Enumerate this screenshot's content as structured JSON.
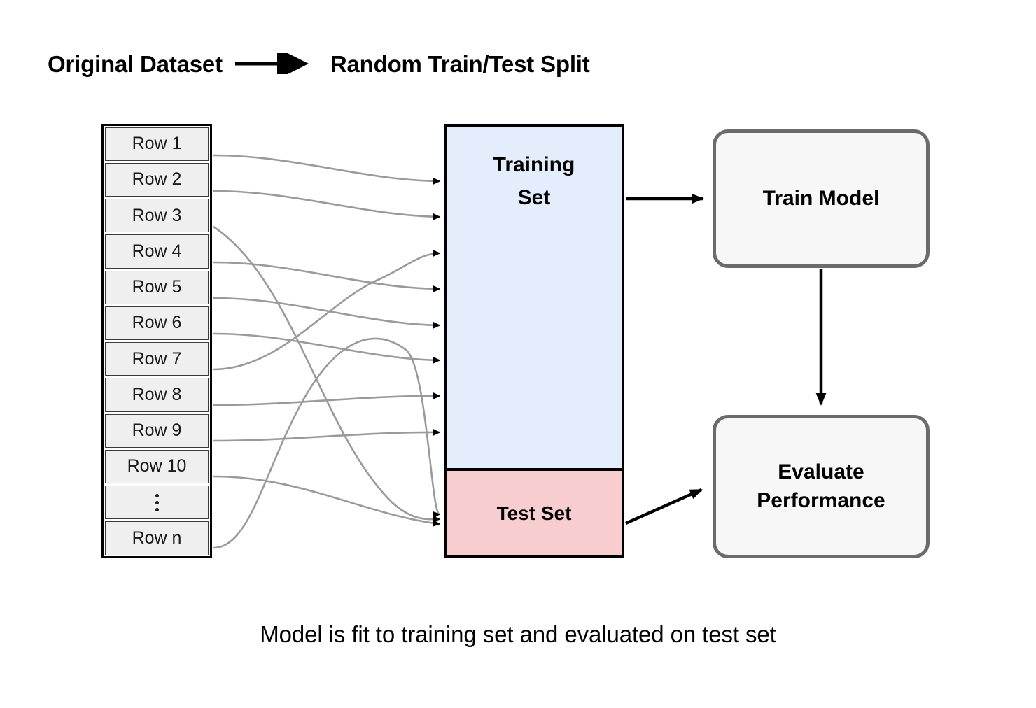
{
  "title": {
    "left_text": "Original Dataset",
    "right_text": "Random Train/Test Split",
    "arrow_icon": "right-arrow-icon"
  },
  "dataset_table": {
    "name": "Original Dataset",
    "rows": [
      {
        "label": "Row 1"
      },
      {
        "label": "Row 2"
      },
      {
        "label": "Row 3"
      },
      {
        "label": "Row 4"
      },
      {
        "label": "Row 5"
      },
      {
        "label": "Row 6"
      },
      {
        "label": "Row 7"
      },
      {
        "label": "Row 8"
      },
      {
        "label": "Row 9"
      },
      {
        "label": "Row 10"
      },
      {
        "label": "⋮"
      },
      {
        "label": "Row n"
      }
    ]
  },
  "split_box": {
    "training": {
      "line1": "Training",
      "line2": "Set",
      "fill_color": "#e3edfb"
    },
    "test": {
      "label": "Test Set",
      "fill_color": "#f7cdd0"
    }
  },
  "process_boxes": [
    {
      "id": "train-model",
      "label": "Train Model"
    },
    {
      "id": "evaluate",
      "line1": "Evaluate",
      "line2": "Performance"
    }
  ],
  "caption": "Model is fit to training set and evaluated on test set",
  "colors": {
    "row_fill": "#efefef",
    "row_border": "#3a3a3a",
    "table_border": "#000000",
    "training_fill": "#e3edfb",
    "test_fill": "#f7cdd0",
    "process_fill": "#f7f7f7",
    "process_border": "#6b6b6b",
    "connector_stroke": "#9a9a9a",
    "arrow_black": "#000000",
    "background": "#ffffff"
  }
}
